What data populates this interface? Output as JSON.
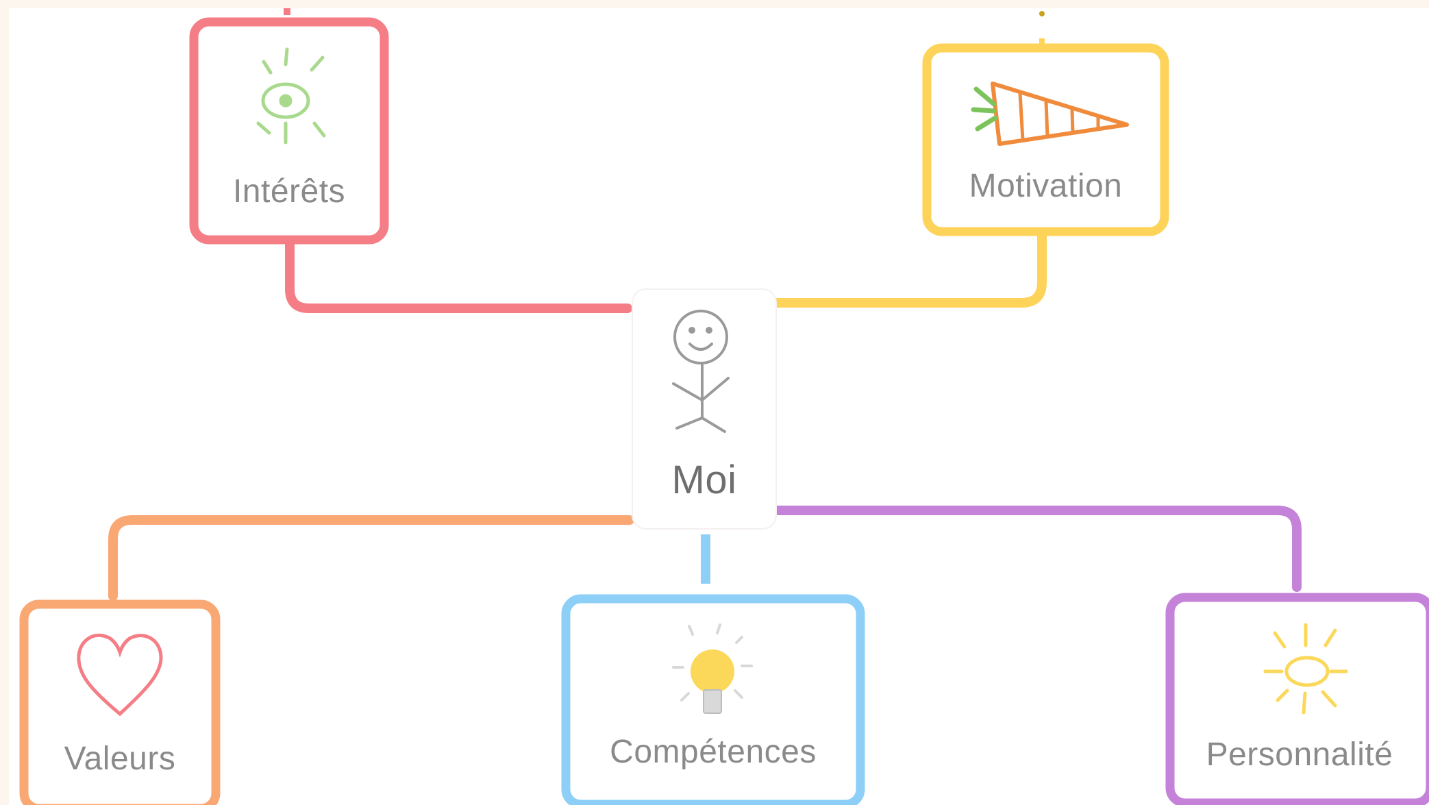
{
  "center": {
    "label": "Moi",
    "icon": "stick-figure-icon"
  },
  "nodes": [
    {
      "key": "interets",
      "label": "Intérêts",
      "icon": "eye-icon",
      "color": "#f47d86"
    },
    {
      "key": "motivation",
      "label": "Motivation",
      "icon": "carrot-icon",
      "color": "#fdd35a"
    },
    {
      "key": "valeurs",
      "label": "Valeurs",
      "icon": "heart-icon",
      "color": "#f9a874"
    },
    {
      "key": "competences",
      "label": "Compétences",
      "icon": "lightbulb-icon",
      "color": "#8dcff7"
    },
    {
      "key": "personnalite",
      "label": "Personnalité",
      "icon": "sun-icon",
      "color": "#c482d8"
    }
  ]
}
